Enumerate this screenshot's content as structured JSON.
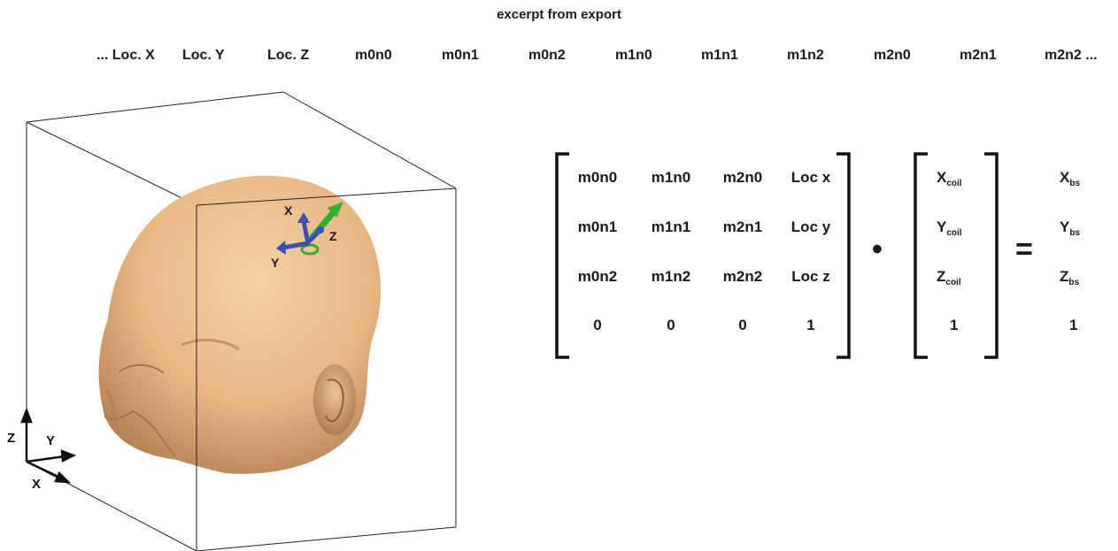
{
  "title": "excerpt from export",
  "columns": [
    "... Loc. X",
    "Loc. Y",
    "Loc. Z",
    "m0n0",
    "m0n1",
    "m0n2",
    "m1n0",
    "m1n1",
    "m1n2",
    "m2n0",
    "m2n1",
    "m2n2 ..."
  ],
  "matrix": [
    [
      "m0n0",
      "m1n0",
      "m2n0",
      "Loc x"
    ],
    [
      "m0n1",
      "m1n1",
      "m2n1",
      "Loc y"
    ],
    [
      "m0n2",
      "m1n2",
      "m2n2",
      "Loc z"
    ],
    [
      "0",
      "0",
      "0",
      "1"
    ]
  ],
  "operators": {
    "dot": "•",
    "equals": "="
  },
  "coil_vector": [
    {
      "base": "X",
      "sub": "coil"
    },
    {
      "base": "Y",
      "sub": "coil"
    },
    {
      "base": "Z",
      "sub": "coil"
    },
    {
      "base": "1",
      "sub": ""
    }
  ],
  "bs_vector": [
    {
      "base": "X",
      "sub": "bs"
    },
    {
      "base": "Y",
      "sub": "bs"
    },
    {
      "base": "Z",
      "sub": "bs"
    },
    {
      "base": "1",
      "sub": ""
    }
  ],
  "coil_axes": {
    "x": "X",
    "y": "Y",
    "z": "Z"
  },
  "world_axes": {
    "x": "X",
    "y": "Y",
    "z": "Z"
  },
  "colors": {
    "skin": "#e8b784",
    "coil_blue": "#3a4fb8",
    "coil_green": "#2fb12f"
  }
}
